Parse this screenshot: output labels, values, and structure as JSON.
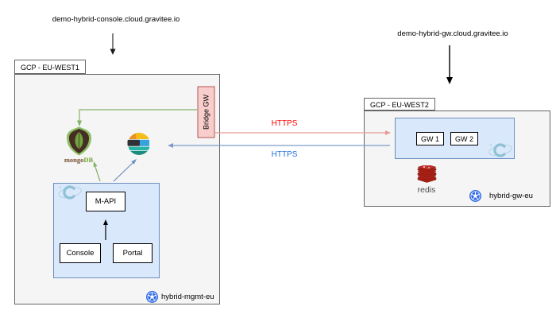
{
  "dns_labels": {
    "console": "demo-hybrid-console.cloud.gravitee.io",
    "gateway": "demo-hybrid-gw.cloud.gravitee.io"
  },
  "left_region": {
    "title": "GCP - EU-WEST1",
    "bridge_gw_label": "Bridge GW",
    "mongodb_wordmark": {
      "mongo": "mongo",
      "db": "DB"
    },
    "mgmt_cluster": {
      "mapi_label": "M-API",
      "console_label": "Console",
      "portal_label": "Portal"
    },
    "cluster_label": "hybrid-mgmt-eu"
  },
  "connections": {
    "bridge_https_label": "HTTPS",
    "gateway_https_label": "HTTPS"
  },
  "right_region": {
    "title": "GCP - EU-WEST2",
    "gw_cluster": {
      "gw1_label": "GW 1",
      "gw2_label": "GW 2"
    },
    "redis_label": "redis",
    "cluster_label": "hybrid-gw-eu"
  },
  "icons": {
    "mongodb": "mongodb-leaf-shield-icon",
    "elasticsearch": "elasticsearch-icon",
    "redis": "redis-stack-icon",
    "kubernetes": "kubernetes-helm-icon",
    "cloud_runtime": "cloud-c-swirl-icon",
    "dns_arrows": "down-arrow-icon"
  },
  "colors": {
    "region_fill": "#f5f5f5",
    "region_border": "#666666",
    "cluster_fill": "#dae8fc",
    "cluster_border": "#6c8ebf",
    "bridge_fill": "#f8cecc",
    "bridge_border": "#b85450",
    "https_red_text": "#ff0000",
    "https_blue_text": "#1f6fde",
    "line_red": "#e59c95",
    "line_blue": "#7e9cc9",
    "green": "#82b366",
    "arrow_blue": "#6c8ebf",
    "kubernetes_blue": "#326ce5",
    "redis_red": "#c6302b"
  }
}
